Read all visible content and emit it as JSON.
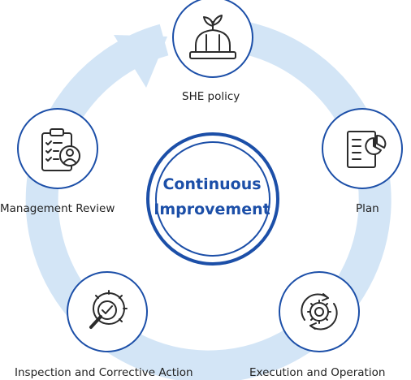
{
  "center": {
    "line1": "Continuous",
    "line2": "Improvement"
  },
  "nodes": [
    {
      "id": "she-policy",
      "label": "SHE policy",
      "icon": "hard-hat-sprout-icon"
    },
    {
      "id": "plan",
      "label": "Plan",
      "icon": "document-pie-chart-icon"
    },
    {
      "id": "execution",
      "label": "Execution and Operation",
      "icon": "gear-cycle-icon"
    },
    {
      "id": "inspection",
      "label": "Inspection and Corrective Action",
      "icon": "gear-magnifier-check-icon"
    },
    {
      "id": "management",
      "label": "Management Review",
      "icon": "clipboard-person-icon"
    }
  ],
  "colors": {
    "ring": "#d3e5f6",
    "primary": "#1c4fa8",
    "icon": "#2b2b2b",
    "node_fill": "#ffffff",
    "text": "#222222"
  }
}
